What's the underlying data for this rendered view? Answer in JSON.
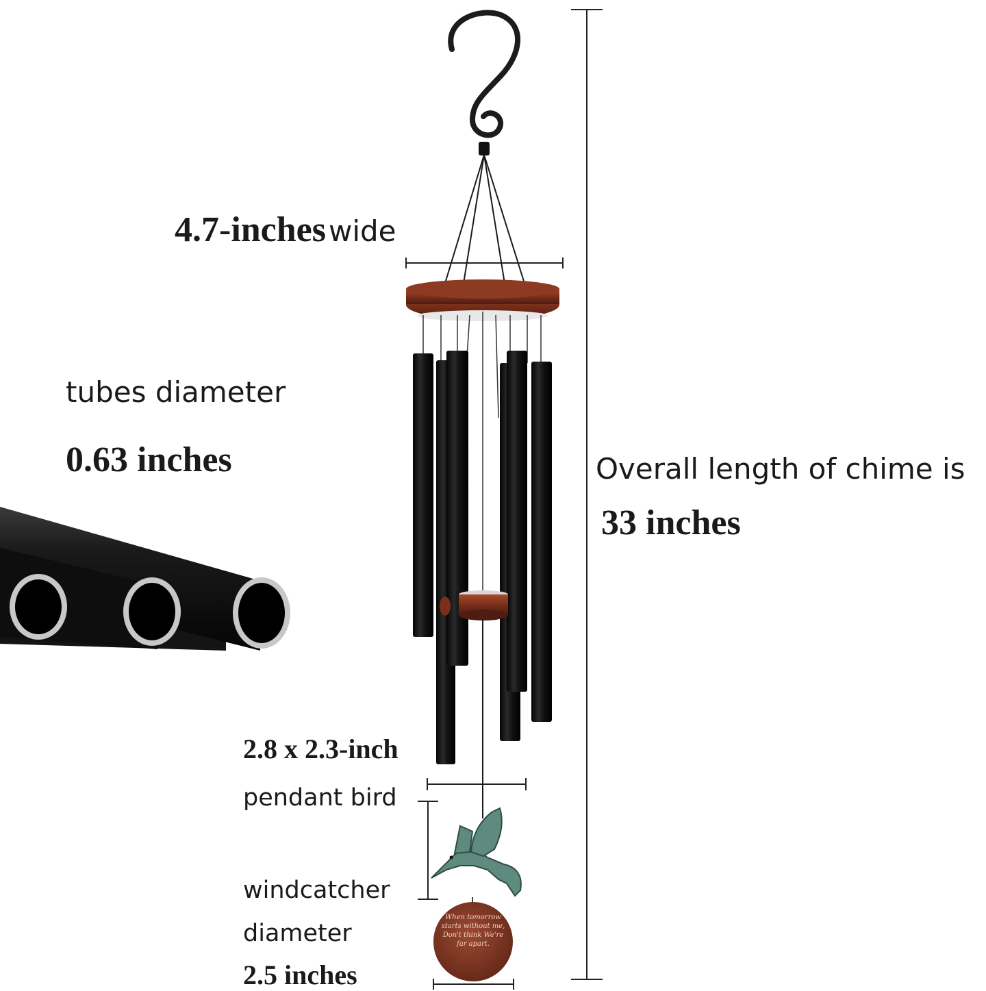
{
  "labels": {
    "width_value": "4.7-inches",
    "width_suffix": "wide",
    "tubes_title": "tubes diameter",
    "tubes_value": "0.63 inches",
    "length_title": "Overall length of chime is",
    "length_value": "33 inches",
    "bird_size": "2.8 x 2.3-inch",
    "bird_title": "pendant bird",
    "windcatcher_title_1": "windcatcher",
    "windcatcher_title_2": "diameter",
    "windcatcher_value": "2.5 inches"
  },
  "windcatcher_inscription": "When tomorrow starts without me, Don't think We're far apart.",
  "colors": {
    "tube": "#111111",
    "wood": "#7a2f1a",
    "wood_light": "#a0442a",
    "bird": "#5f8a7e",
    "silver": "#c8c8c8",
    "text": "#1a1a1a"
  }
}
